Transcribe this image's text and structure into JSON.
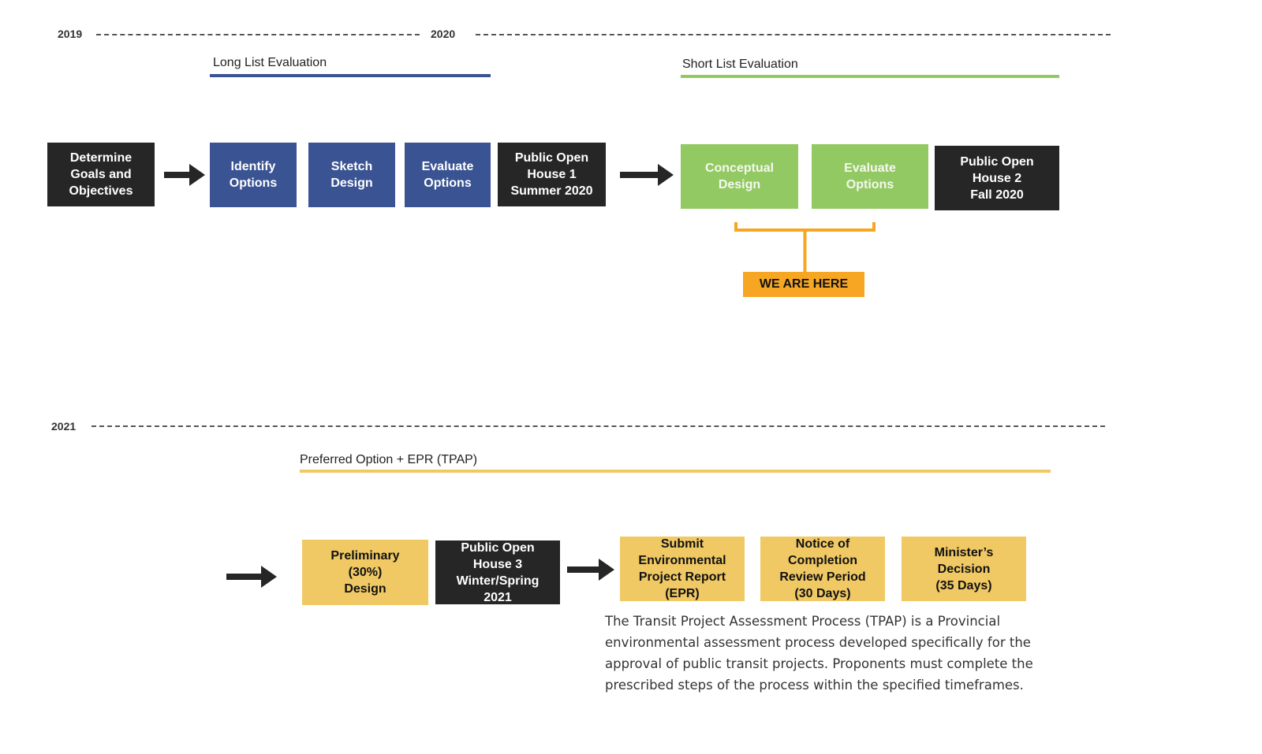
{
  "timeline": {
    "year_2019": "2019",
    "year_2020": "2020",
    "year_2021": "2021"
  },
  "phases": {
    "long_list": {
      "label": "Long List Evaluation",
      "color": "#3a5392"
    },
    "short_list": {
      "label": "Short List Evaluation",
      "color": "#93c963"
    },
    "preferred": {
      "label": "Preferred Option + EPR  (TPAP)",
      "color": "#f0c964"
    }
  },
  "steps_top": {
    "determine": "Determine\nGoals and\nObjectives",
    "identify": "Identify\nOptions",
    "sketch": "Sketch\nDesign",
    "evaluate1": "Evaluate\nOptions",
    "poh1": "Public Open\nHouse 1\nSummer 2020",
    "conceptual": "Conceptual\nDesign",
    "evaluate2": "Evaluate\nOptions",
    "poh2": "Public Open\nHouse 2\nFall 2020"
  },
  "marker": {
    "label": "WE ARE HERE",
    "color": "#f6a623"
  },
  "steps_bottom": {
    "preliminary": "Preliminary\n(30%)\nDesign",
    "poh3": "Public Open\nHouse 3\nWinter/Spring\n2021",
    "submit": "Submit\nEnvironmental\nProject Report\n(EPR)",
    "notice": "Notice of\nCompletion\nReview Period\n(30 Days)",
    "minister": "Minister’s\nDecision\n(35 Days)"
  },
  "description": "The Transit Project Assessment Process (TPAP) is a Provincial environmental assessment process developed specifically for the approval of public transit projects. Proponents must complete the prescribed steps of the process within the specified timeframes.",
  "icons": [
    "right-arrow-icon",
    "bracket-icon"
  ]
}
